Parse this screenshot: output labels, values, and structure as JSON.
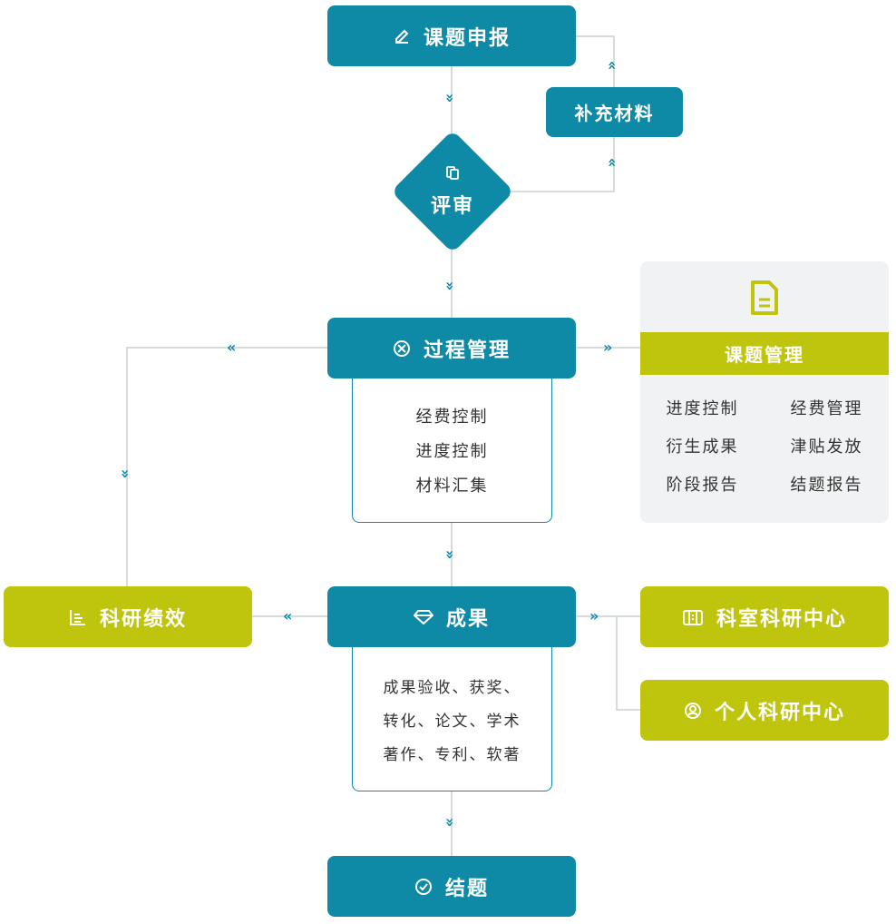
{
  "nodes": {
    "application": "课题申报",
    "supplement": "补充材料",
    "review": "评审",
    "process_management": "过程管理",
    "achievements": "成果",
    "research_performance": "科研绩效",
    "dept_research_center": "科室科研中心",
    "personal_research_center": "个人科研中心",
    "conclusion": "结题"
  },
  "process_items": [
    "经费控制",
    "进度控制",
    "材料汇集"
  ],
  "achievement_items": [
    "成果验收、获奖、",
    "转化、论文、学术",
    "著作、专利、软著"
  ],
  "project_management": {
    "title": "课题管理",
    "items": [
      "进度控制",
      "经费管理",
      "衍生成果",
      "津贴发放",
      "阶段报告",
      "结题报告"
    ]
  },
  "colors": {
    "teal": "#0e8aa6",
    "lime": "#bfc50d",
    "panel_bg": "#f1f2f3",
    "line": "#c8cfd3"
  }
}
